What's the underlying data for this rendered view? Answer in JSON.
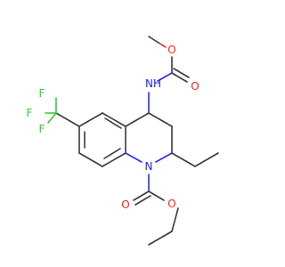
{
  "molecule": {
    "atom_labels": {
      "carbamate_nh": "NH",
      "carbamate_carbonyl_o": "O",
      "carbamate_ester_o": "O",
      "ring_n": "N",
      "ester_carbonyl_o": "O",
      "ester_o": "O",
      "f1": "F",
      "f2": "F",
      "f3": "F"
    },
    "colors": {
      "carbon_bond": "#3a3a3a",
      "nitrogen": "#2020ff",
      "oxygen": "#ff2020",
      "fluorine": "#33cc33"
    }
  }
}
